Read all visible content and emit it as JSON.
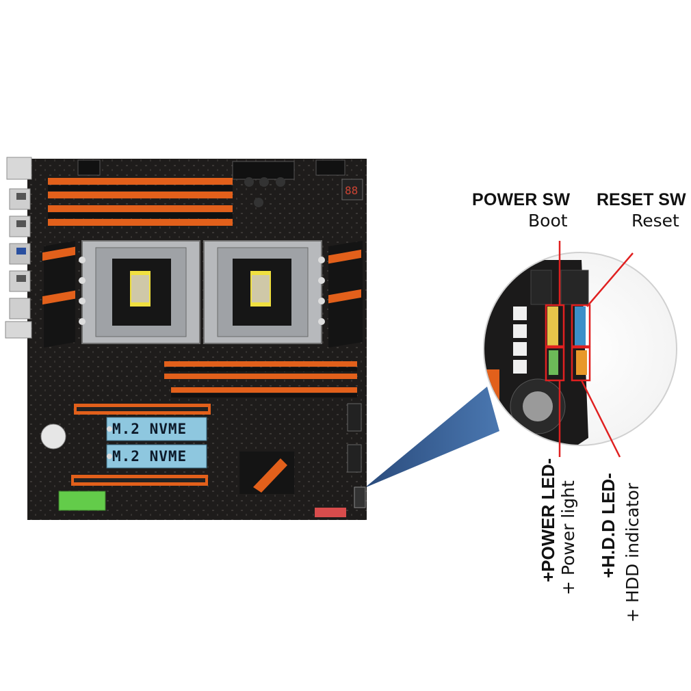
{
  "callouts": {
    "power_sw": {
      "title": "POWER SW",
      "subtitle": "Boot"
    },
    "reset_sw": {
      "title": "RESET SW",
      "subtitle": "Reset"
    },
    "power_led": {
      "title": "+POWER LED-",
      "subtitle": "+ Power light"
    },
    "hdd_led": {
      "title": "+H.D.D LED-",
      "subtitle": "+ HDD indicator"
    }
  },
  "board": {
    "m2_slots": [
      "M.2  NVME",
      "M.2  NVME"
    ]
  },
  "colors": {
    "pcb": "#1e1c1b",
    "accent_orange": "#e2601b",
    "callout_red": "#e02020",
    "callout_triangle": "#355a8e",
    "m2_label_bg": "#8ec7df"
  }
}
